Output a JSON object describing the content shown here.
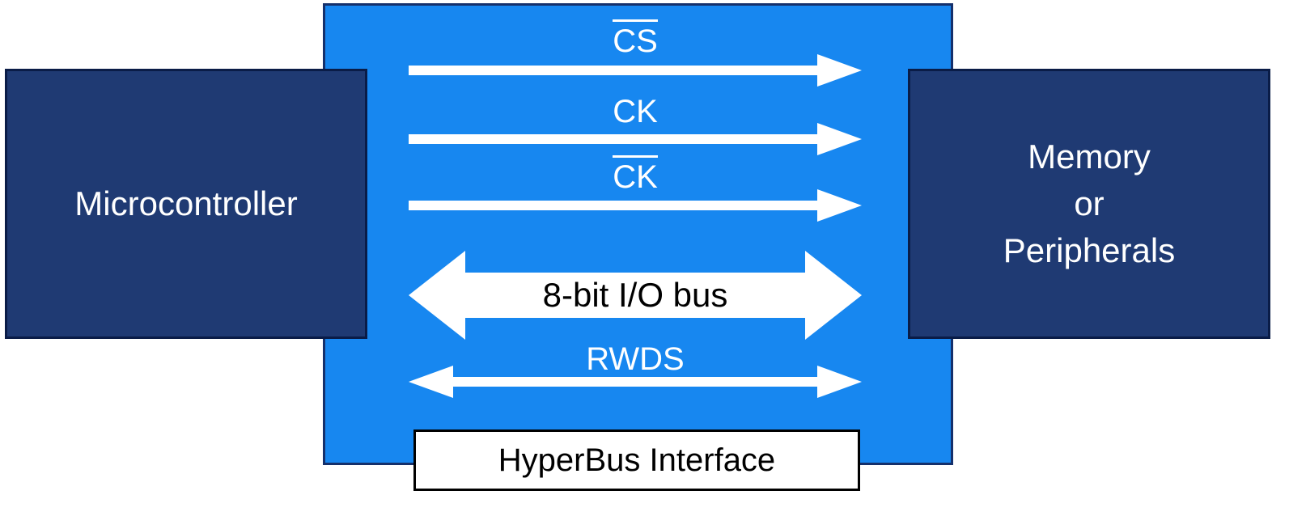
{
  "diagram": {
    "left_block": {
      "label": "Microcontroller"
    },
    "right_block": {
      "lines": [
        "Memory",
        "or",
        "Peripherals"
      ]
    },
    "signals": [
      {
        "label": "CS",
        "overline": true,
        "direction": "right"
      },
      {
        "label": "CK",
        "overline": false,
        "direction": "right"
      },
      {
        "label": "CK",
        "overline": true,
        "direction": "right"
      },
      {
        "label": "8-bit I/O bus",
        "overline": false,
        "direction": "bidirectional"
      },
      {
        "label": "RWDS",
        "overline": false,
        "direction": "bidirectional"
      }
    ],
    "interface_box": {
      "label": "HyperBus Interface"
    },
    "colors": {
      "bus_fill": "#1787f0",
      "block_fill": "#1f3a73",
      "block_border": "#0a1c47",
      "arrow_fill": "#ffffff",
      "interface_box_bg": "#ffffff",
      "interface_box_border": "#000000",
      "text_on_dark": "#ffffff",
      "text_dark": "#000000"
    }
  }
}
